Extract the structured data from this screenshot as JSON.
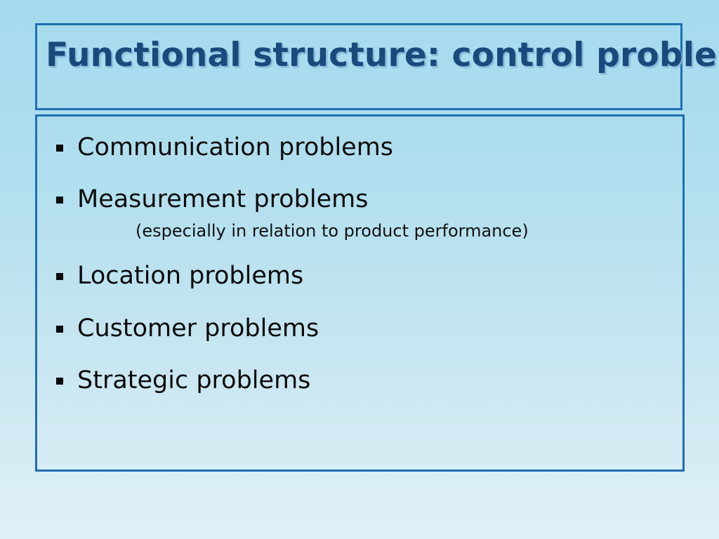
{
  "slide": {
    "title": "Functional structure: control problems",
    "title_color": "#194a7c",
    "border_color": "#1f6fb0",
    "background_top_color": "#a5dbed",
    "background_bottom_color": "#e0f0f7",
    "bullet_glyph": "square-bullet",
    "bullets": [
      {
        "label": "Communication problems"
      },
      {
        "label": "Measurement problems"
      },
      {
        "label": "Location problems"
      },
      {
        "label": "Customer problems"
      },
      {
        "label": "Strategic problems"
      }
    ],
    "sub_note": "(especially in relation to product performance)"
  }
}
